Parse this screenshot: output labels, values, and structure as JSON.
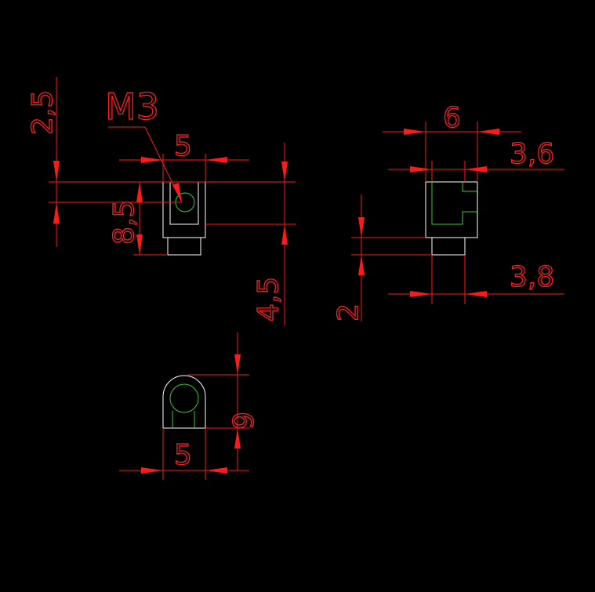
{
  "drawing": {
    "labels": {
      "thread": "M3",
      "top_width": "5",
      "top_offset": "2,5",
      "height_inner": "8,5",
      "height_total": "4,5",
      "side_width": "6",
      "side_slot": "3,6",
      "side_base": "3,8",
      "side_step": "2",
      "bottom_width": "5",
      "bottom_height": "6"
    },
    "colors": {
      "background": "#000000",
      "dimension": "#ff1a1a",
      "geometry": "#ffffff",
      "hidden": "#33cc33"
    }
  }
}
